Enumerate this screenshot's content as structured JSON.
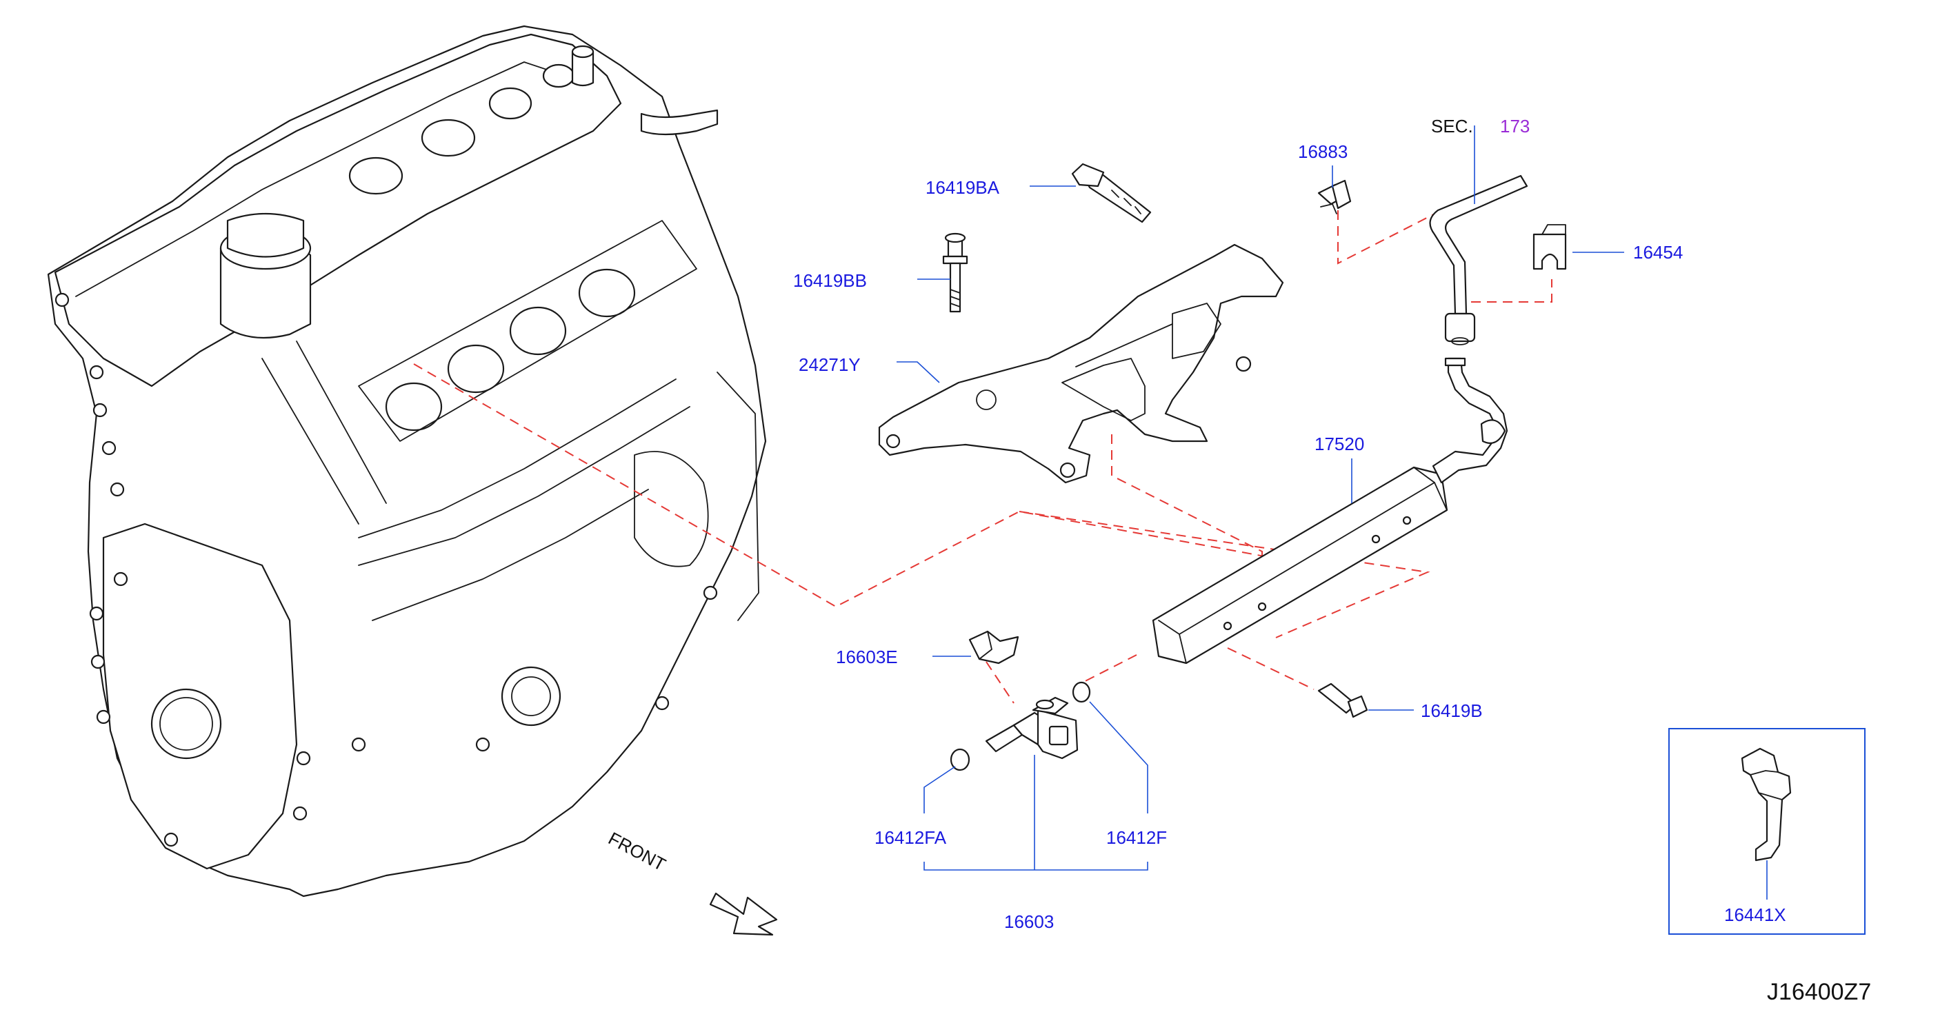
{
  "diagram_code": "J16400Z7",
  "front_label": "FRONT",
  "section_ref": {
    "prefix": "SEC.",
    "number": "173"
  },
  "parts": {
    "p16419BA": "16419BA",
    "p16419BB": "16419BB",
    "p24271Y": "24271Y",
    "p16883": "16883",
    "p16454": "16454",
    "p17520": "17520",
    "p16603E": "16603E",
    "p16419B": "16419B",
    "p16412FA": "16412FA",
    "p16412F": "16412F",
    "p16603": "16603",
    "p16441X": "16441X"
  },
  "colors": {
    "part_number": "#1a1adf",
    "section_number": "#9a2bd6",
    "guide_line": "#e53935",
    "leader": "#1a4fd6"
  }
}
